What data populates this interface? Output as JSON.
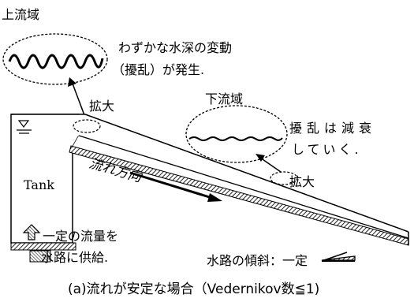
{
  "labels": {
    "upstream_title": "上流域",
    "upstream_desc_line1": "わずかな水深の変動",
    "upstream_desc_line2": "（擾乱）が発生.",
    "zoom_upstream": "拡大",
    "downstream_title": "下流域",
    "downstream_desc_line1": "擾乱は減衰",
    "downstream_desc_line2": "していく.",
    "zoom_downstream": "拡大",
    "tank": "Tank",
    "flow_direction": "流れ方向",
    "supply_line1": "一定の流量を",
    "supply_line2": "水路に供給.",
    "slope": "水路の傾斜：一定",
    "caption": "(a)流れが安定な場合（Vedernikov数≦1)"
  },
  "colors": {
    "line": "#000000",
    "hatch": "#555555",
    "background": "#ffffff"
  },
  "icons": {
    "water_level": "water-surface-symbol-icon",
    "supply": "up-arrow-icon"
  }
}
